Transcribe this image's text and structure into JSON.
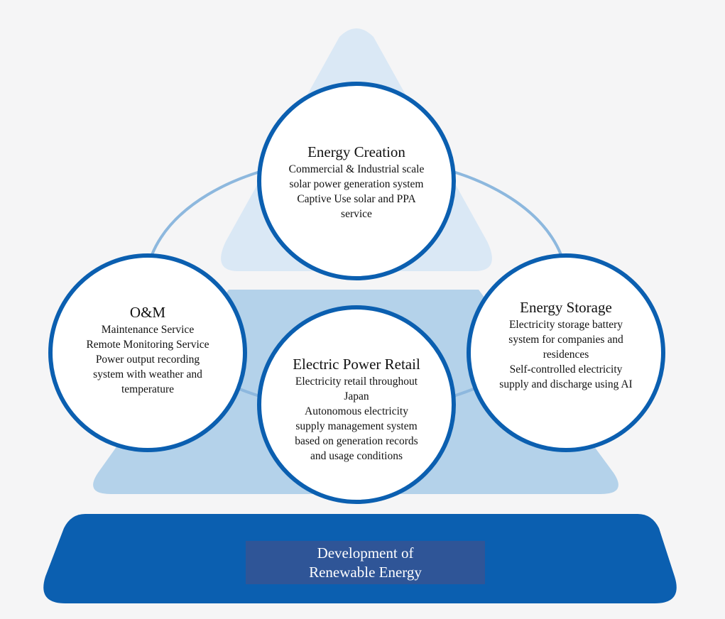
{
  "colors": {
    "background": "#f5f5f6",
    "pale_triangle": "#dae8f5",
    "light_triangle": "#b4d2ea",
    "ellipse_stroke": "#8db8de",
    "circle_border": "#0b5fb0",
    "base_fill": "#0b5fb0",
    "base_label_fill": "#2f5597"
  },
  "nodes": {
    "energy_creation": {
      "title": "Energy Creation",
      "lines": [
        "Commercial & Industrial scale",
        "solar power generation system",
        "Captive Use solar and PPA",
        "service"
      ]
    },
    "om": {
      "title": "O&M",
      "lines": [
        "Maintenance Service",
        "Remote Monitoring Service",
        "Power output recording",
        "system with weather and",
        "temperature"
      ]
    },
    "energy_storage": {
      "title": "Energy Storage",
      "lines": [
        "Electricity storage battery",
        "system for companies and",
        "residences",
        "Self-controlled electricity",
        "supply and discharge using AI"
      ]
    },
    "power_retail": {
      "title": "Electric Power Retail",
      "lines": [
        "Electricity retail throughout",
        "Japan",
        "Autonomous electricity",
        "supply management system",
        "based on generation records",
        "and usage conditions"
      ]
    }
  },
  "base": {
    "lines": [
      "Development of",
      "Renewable Energy"
    ]
  }
}
